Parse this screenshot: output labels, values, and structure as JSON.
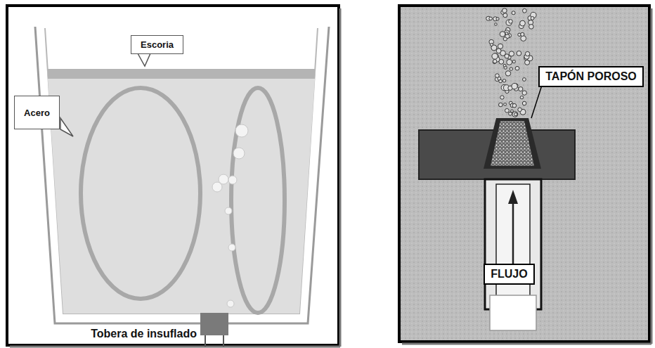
{
  "diagram": {
    "nodes": [
      {
        "text": [
          "Escoria"
        ]
      },
      {
        "text": [
          "Acero"
        ]
      },
      {
        "text": [
          "TAPÓN POROSO"
        ]
      },
      {
        "text": [
          "FLUJO"
        ]
      }
    ],
    "labels": [
      "Tobera de insuflado"
    ]
  }
}
